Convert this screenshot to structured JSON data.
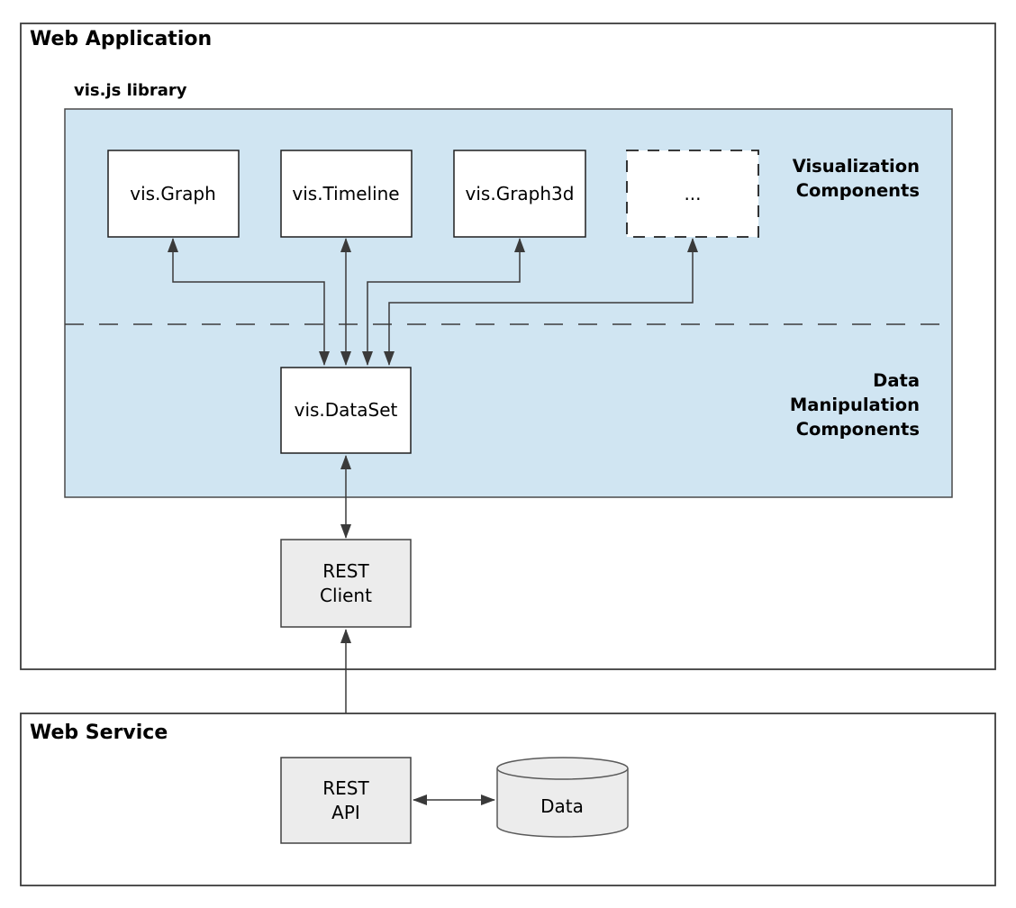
{
  "web_application": {
    "title": "Web Application",
    "visjs_library": {
      "title": "vis.js library",
      "components": [
        {
          "label": "vis.Graph"
        },
        {
          "label": "vis.Timeline"
        },
        {
          "label": "vis.Graph3d"
        },
        {
          "label": "..."
        }
      ],
      "section_labels": {
        "visualization": {
          "lines": [
            "Visualization",
            "Components"
          ]
        },
        "data_manipulation": {
          "lines": [
            "Data",
            "Manipulation",
            "Components"
          ]
        }
      },
      "dataset": {
        "label": "vis.DataSet"
      }
    },
    "rest_client": {
      "lines": [
        "REST",
        "Client"
      ]
    }
  },
  "web_service": {
    "title": "Web Service",
    "rest_api": {
      "lines": [
        "REST",
        "API"
      ]
    },
    "data_store": {
      "label": "Data"
    }
  },
  "colors": {
    "library_panel_fill": "#d0e5f2",
    "component_box_fill": "#ffffff",
    "rest_box_fill": "#ececec",
    "line_stroke": "#3a3a3a",
    "text": "#000000"
  }
}
